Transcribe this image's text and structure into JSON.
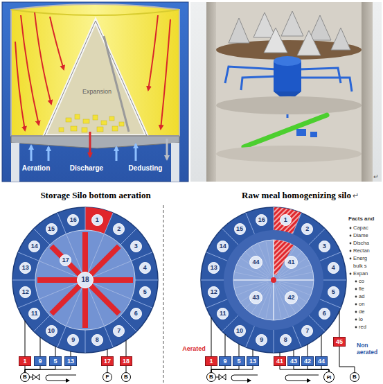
{
  "diagram": {
    "nodes": [
      {
        "text": [
          "1"
        ]
      },
      {
        "text": [
          "2"
        ]
      },
      {
        "text": [
          "3"
        ]
      },
      {
        "text": [
          "4"
        ]
      },
      {
        "text": [
          "5"
        ]
      },
      {
        "text": [
          "6"
        ]
      },
      {
        "text": [
          "7"
        ]
      },
      {
        "text": [
          "8"
        ]
      },
      {
        "text": [
          "9"
        ]
      },
      {
        "text": [
          "10"
        ]
      },
      {
        "text": [
          "11"
        ]
      },
      {
        "text": [
          "12"
        ]
      },
      {
        "text": [
          "13"
        ]
      },
      {
        "text": [
          "14"
        ]
      },
      {
        "text": [
          "15"
        ]
      },
      {
        "text": [
          "16"
        ]
      },
      {
        "text": [
          "17"
        ]
      },
      {
        "text": [
          "18"
        ]
      },
      {
        "text": [
          "1"
        ]
      },
      {
        "text": [
          "9"
        ]
      },
      {
        "text": [
          "5"
        ]
      },
      {
        "text": [
          "13"
        ]
      },
      {
        "text": [
          "17"
        ]
      },
      {
        "text": [
          "18"
        ]
      },
      {
        "text": [
          "B"
        ]
      },
      {
        "text": [
          "F"
        ]
      },
      {
        "text": [
          "B"
        ]
      },
      {
        "text": [
          "1"
        ]
      },
      {
        "text": [
          "2"
        ]
      },
      {
        "text": [
          "3"
        ]
      },
      {
        "text": [
          "4"
        ]
      },
      {
        "text": [
          "5"
        ]
      },
      {
        "text": [
          "6"
        ]
      },
      {
        "text": [
          "7"
        ]
      },
      {
        "text": [
          "8"
        ]
      },
      {
        "text": [
          "9"
        ]
      },
      {
        "text": [
          "10"
        ]
      },
      {
        "text": [
          "11"
        ]
      },
      {
        "text": [
          "12"
        ]
      },
      {
        "text": [
          "13"
        ]
      },
      {
        "text": [
          "14"
        ]
      },
      {
        "text": [
          "15"
        ]
      },
      {
        "text": [
          "16"
        ]
      },
      {
        "text": [
          "44"
        ]
      },
      {
        "text": [
          "41"
        ]
      },
      {
        "text": [
          "43"
        ]
      },
      {
        "text": [
          "42"
        ]
      },
      {
        "text": [
          "1"
        ]
      },
      {
        "text": [
          "9"
        ]
      },
      {
        "text": [
          "5"
        ]
      },
      {
        "text": [
          "13"
        ]
      },
      {
        "text": [
          "41"
        ]
      },
      {
        "text": [
          "43"
        ]
      },
      {
        "text": [
          "42"
        ]
      },
      {
        "text": [
          "44"
        ]
      },
      {
        "text": [
          "45"
        ]
      },
      {
        "text": [
          "B"
        ]
      },
      {
        "text": [
          "PI"
        ]
      },
      {
        "text": [
          "B"
        ]
      }
    ],
    "edges": [
      {
        "from": 18,
        "to": 24,
        "arrow": "none"
      },
      {
        "from": 19,
        "to": 24,
        "arrow": "none"
      },
      {
        "from": 20,
        "to": 24,
        "arrow": "none"
      },
      {
        "from": 21,
        "to": 24,
        "arrow": "none"
      },
      {
        "from": 22,
        "to": 25,
        "arrow": "none"
      },
      {
        "from": 23,
        "to": 26,
        "arrow": "none"
      },
      {
        "from": 47,
        "to": 56,
        "arrow": "none"
      },
      {
        "from": 48,
        "to": 56,
        "arrow": "none"
      },
      {
        "from": 49,
        "to": 56,
        "arrow": "none"
      },
      {
        "from": 50,
        "to": 56,
        "arrow": "none"
      },
      {
        "from": 51,
        "to": 57,
        "arrow": "none"
      },
      {
        "from": 52,
        "to": 57,
        "arrow": "none"
      },
      {
        "from": 53,
        "to": 57,
        "arrow": "none"
      },
      {
        "from": 54,
        "to": 57,
        "arrow": "none"
      },
      {
        "from": 55,
        "to": 58,
        "arrow": "none"
      }
    ],
    "labels": [
      "Expansion",
      "Aeration",
      "Discharge",
      "Dedusting",
      "↵",
      "Storage Silo bottom aeration",
      "Raw meal homogenizing silo",
      "↵",
      "Aerated",
      "Facts and",
      "Capac",
      "Diame",
      "Discha",
      "Rectan",
      "Energ",
      "bulk s",
      "Expan",
      "co",
      "fle",
      "ad",
      "on",
      "de",
      "lo",
      "red",
      "Non aerated"
    ]
  }
}
